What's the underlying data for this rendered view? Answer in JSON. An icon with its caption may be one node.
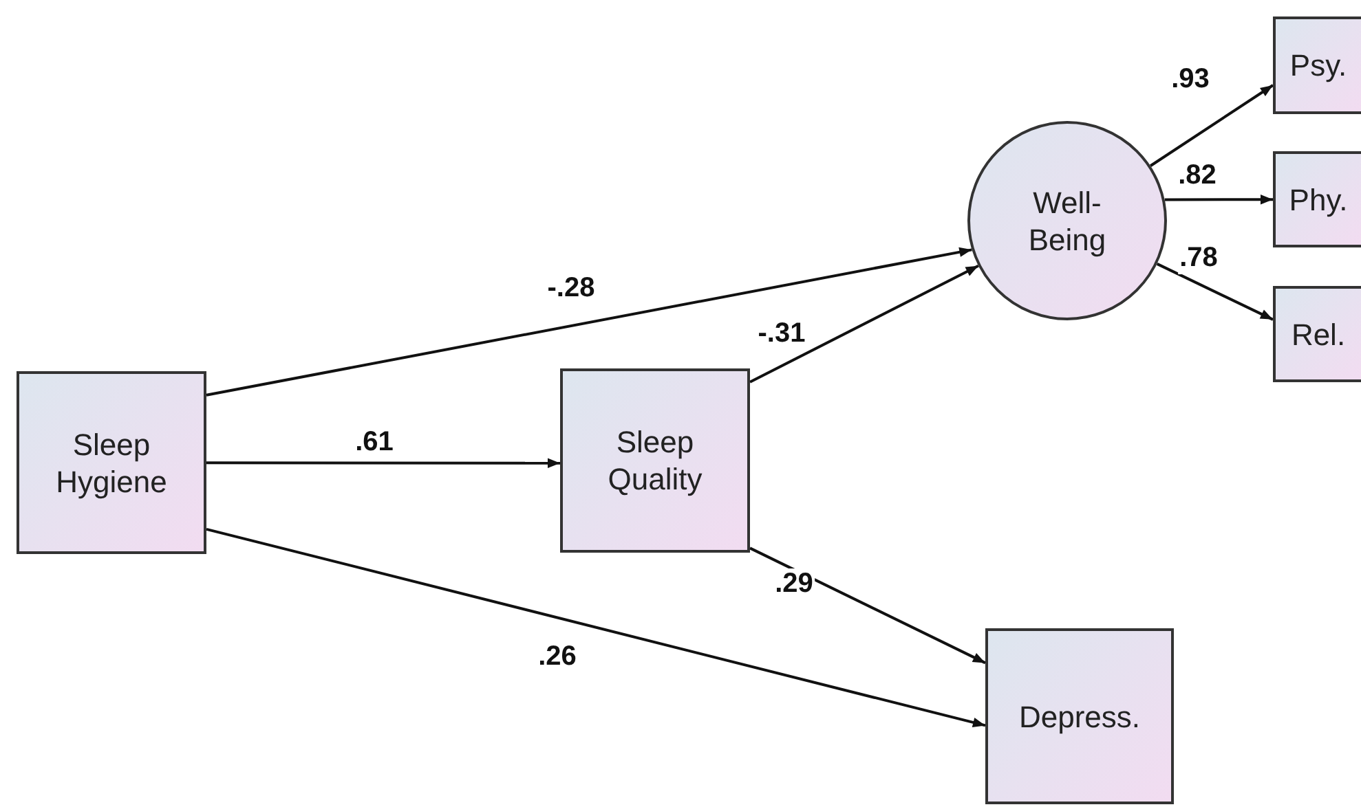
{
  "diagram": {
    "nodes": [
      {
        "text": [
          "Sleep Hygiene"
        ]
      },
      {
        "text": [
          "Sleep Quality"
        ]
      },
      {
        "text": [
          "Well-Being"
        ]
      },
      {
        "text": [
          "Psy."
        ]
      },
      {
        "text": [
          "Phy."
        ]
      },
      {
        "text": [
          "Rel."
        ]
      },
      {
        "text": [
          "Depress."
        ]
      }
    ],
    "edges": [
      {
        "from": 0,
        "to": 2,
        "arrow": "to",
        "label": "-.28"
      },
      {
        "from": 0,
        "to": 1,
        "arrow": "to",
        "label": ".61"
      },
      {
        "from": 1,
        "to": 2,
        "arrow": "to",
        "label": "-.31"
      },
      {
        "from": 2,
        "to": 3,
        "arrow": "to",
        "label": ".93"
      },
      {
        "from": 2,
        "to": 4,
        "arrow": "to",
        "label": ".82"
      },
      {
        "from": 2,
        "to": 5,
        "arrow": "to",
        "label": ".78"
      },
      {
        "from": 1,
        "to": 6,
        "arrow": "to",
        "label": ".29"
      },
      {
        "from": 0,
        "to": 6,
        "arrow": "to",
        "label": ".26"
      }
    ]
  }
}
